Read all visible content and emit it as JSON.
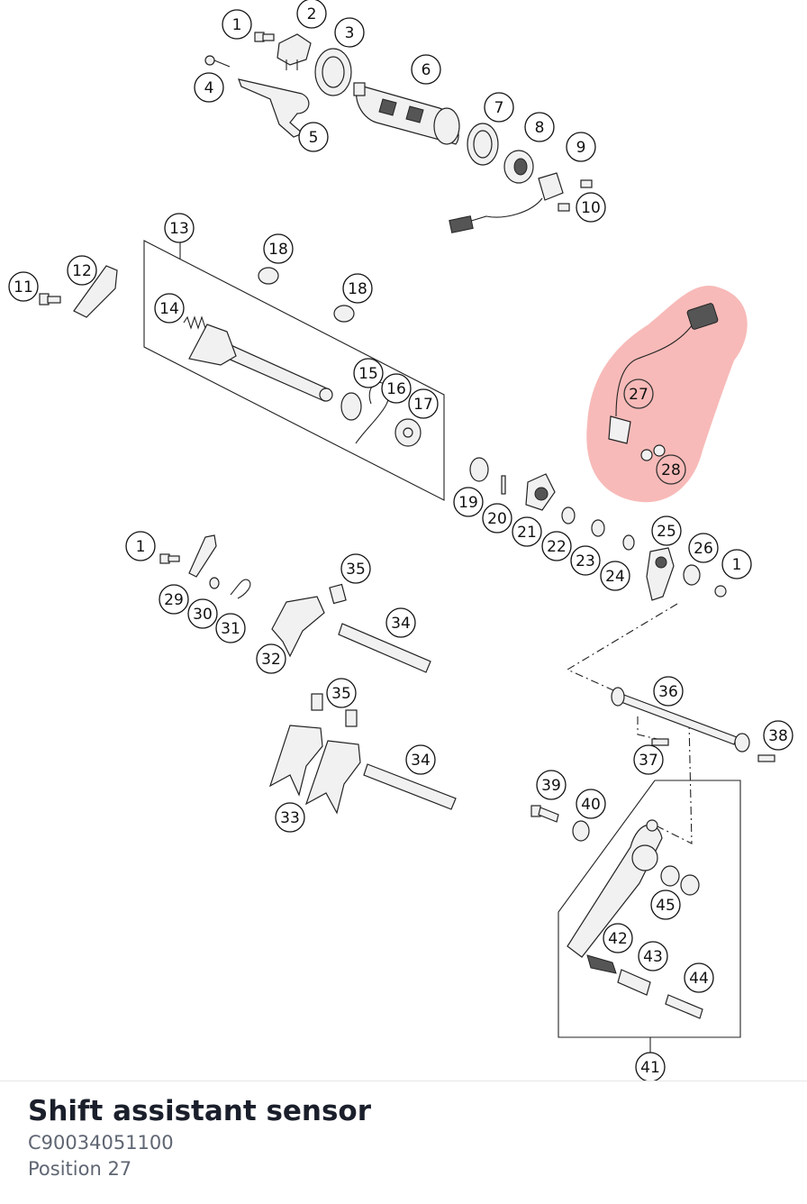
{
  "part": {
    "name": "Shift assistant sensor",
    "number": "C90034051100",
    "position_label": "Position 27"
  },
  "highlight_color": "#f4a3a0",
  "callouts": [
    {
      "label": "1",
      "highlighted": false
    },
    {
      "label": "2",
      "highlighted": false
    },
    {
      "label": "3",
      "highlighted": false
    },
    {
      "label": "4",
      "highlighted": false
    },
    {
      "label": "5",
      "highlighted": false
    },
    {
      "label": "6",
      "highlighted": false
    },
    {
      "label": "7",
      "highlighted": false
    },
    {
      "label": "8",
      "highlighted": false
    },
    {
      "label": "9",
      "highlighted": false
    },
    {
      "label": "10",
      "highlighted": false
    },
    {
      "label": "13",
      "highlighted": false
    },
    {
      "label": "11",
      "highlighted": false
    },
    {
      "label": "12",
      "highlighted": false
    },
    {
      "label": "18",
      "highlighted": false
    },
    {
      "label": "18",
      "highlighted": false
    },
    {
      "label": "14",
      "highlighted": false
    },
    {
      "label": "15",
      "highlighted": false
    },
    {
      "label": "16",
      "highlighted": false
    },
    {
      "label": "17",
      "highlighted": false
    },
    {
      "label": "27",
      "highlighted": true
    },
    {
      "label": "28",
      "highlighted": true
    },
    {
      "label": "19",
      "highlighted": false
    },
    {
      "label": "20",
      "highlighted": false
    },
    {
      "label": "21",
      "highlighted": false
    },
    {
      "label": "22",
      "highlighted": false
    },
    {
      "label": "23",
      "highlighted": false
    },
    {
      "label": "24",
      "highlighted": false
    },
    {
      "label": "25",
      "highlighted": false
    },
    {
      "label": "26",
      "highlighted": false
    },
    {
      "label": "1",
      "highlighted": false
    },
    {
      "label": "1",
      "highlighted": false
    },
    {
      "label": "29",
      "highlighted": false
    },
    {
      "label": "30",
      "highlighted": false
    },
    {
      "label": "31",
      "highlighted": false
    },
    {
      "label": "35",
      "highlighted": false
    },
    {
      "label": "34",
      "highlighted": false
    },
    {
      "label": "32",
      "highlighted": false
    },
    {
      "label": "35",
      "highlighted": false
    },
    {
      "label": "34",
      "highlighted": false
    },
    {
      "label": "33",
      "highlighted": false
    },
    {
      "label": "36",
      "highlighted": false
    },
    {
      "label": "37",
      "highlighted": false
    },
    {
      "label": "38",
      "highlighted": false
    },
    {
      "label": "39",
      "highlighted": false
    },
    {
      "label": "40",
      "highlighted": false
    },
    {
      "label": "45",
      "highlighted": false
    },
    {
      "label": "42",
      "highlighted": false
    },
    {
      "label": "43",
      "highlighted": false
    },
    {
      "label": "44",
      "highlighted": false
    },
    {
      "label": "41",
      "highlighted": false
    }
  ]
}
